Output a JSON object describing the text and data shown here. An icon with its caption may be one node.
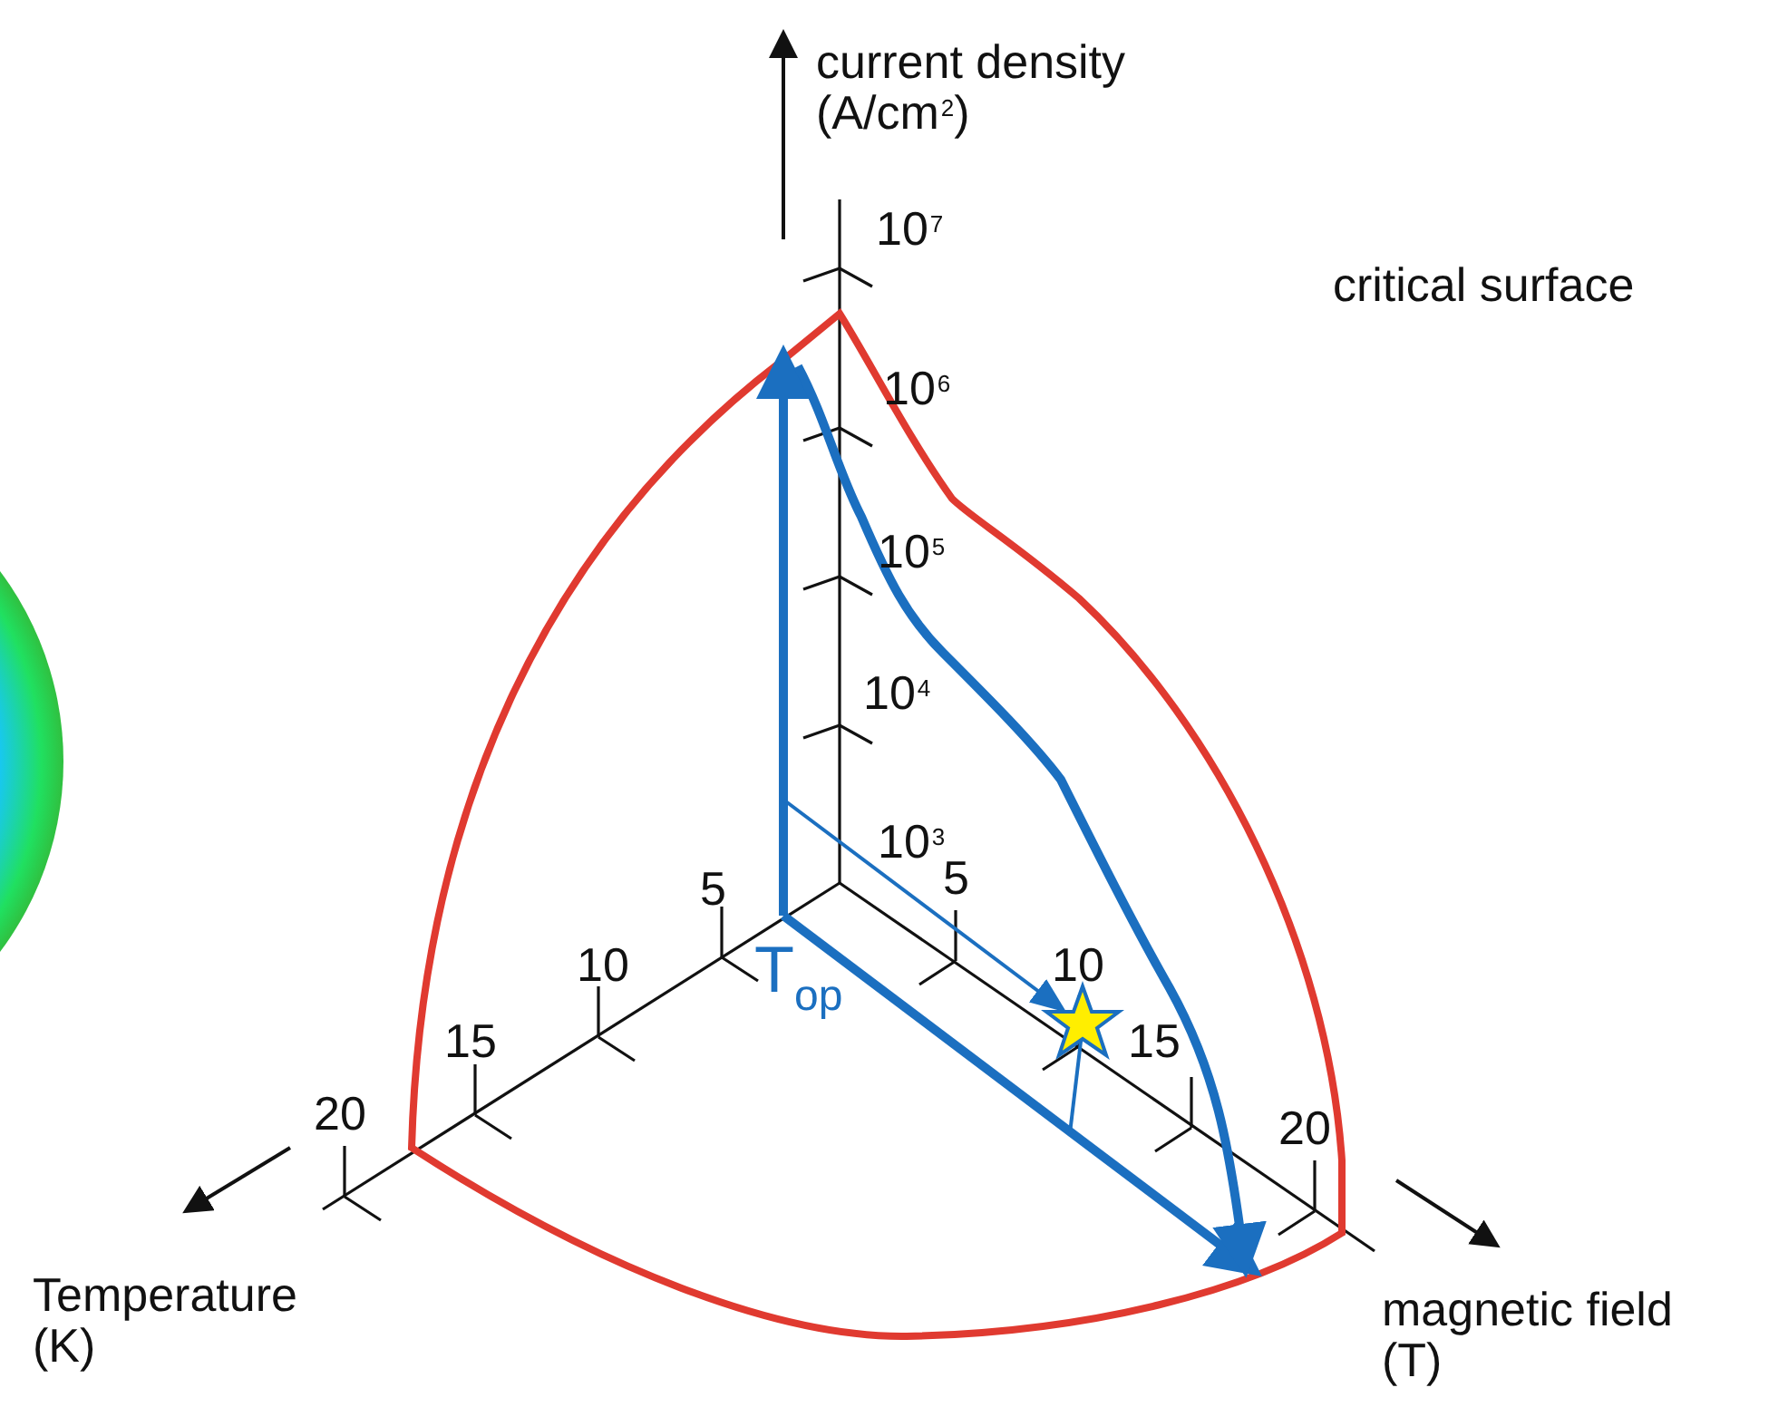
{
  "diagram": {
    "labels": [
      "current density (A/cm$^{2}$)",
      "10$^{7}$",
      "critical surface",
      "10$^{6}$",
      "10$^{5}$",
      "10$^{4}$",
      "10$^{3}$",
      "5",
      "5",
      "10",
      "10",
      "T$_{op}$",
      "15",
      "15",
      "20",
      "20",
      "Temperature (K)",
      "magnetic field (T)"
    ]
  }
}
